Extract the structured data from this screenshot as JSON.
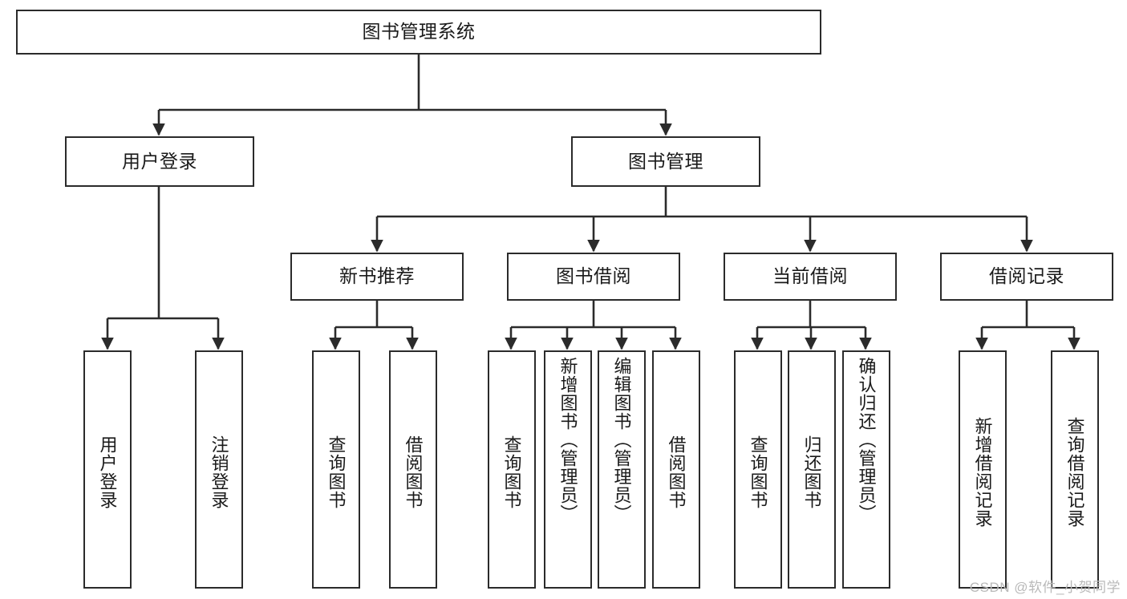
{
  "diagram": {
    "title": "图书管理系统",
    "type": "tree",
    "orientation": "top-down",
    "watermark": "CSDN @软件_小贺同学",
    "colors": {
      "stroke": "#2b2b2b",
      "fill": "#ffffff",
      "text": "#1a1a1a",
      "watermark": "#b9b9b9"
    },
    "nodes": {
      "root": {
        "label": "图书管理系统",
        "level": 1
      },
      "user_login": {
        "label": "用户登录",
        "level": 2
      },
      "book_manage": {
        "label": "图书管理",
        "level": 2
      },
      "new_book_rec": {
        "label": "新书推荐",
        "level": 3
      },
      "book_borrow": {
        "label": "图书借阅",
        "level": 3
      },
      "current_borrow": {
        "label": "当前借阅",
        "level": 3
      },
      "borrow_record": {
        "label": "借阅记录",
        "level": 3
      },
      "leaf_user_login": {
        "label": "用户登录",
        "level": 4
      },
      "leaf_logout": {
        "label": "注销登录",
        "level": 4
      },
      "leaf_query_book_1": {
        "label": "查询图书",
        "level": 4
      },
      "leaf_borrow_book_1": {
        "label": "借阅图书",
        "level": 4
      },
      "leaf_query_book_2": {
        "label": "查询图书",
        "level": 4
      },
      "leaf_add_book": {
        "label": "新增图书（管理员）",
        "level": 4
      },
      "leaf_edit_book": {
        "label": "编辑图书（管理员）",
        "level": 4
      },
      "leaf_borrow_book_2": {
        "label": "借阅图书",
        "level": 4
      },
      "leaf_query_book_3": {
        "label": "查询图书",
        "level": 4
      },
      "leaf_return_book": {
        "label": "归还图书",
        "level": 4
      },
      "leaf_confirm_return": {
        "label": "确认归还（管理员）",
        "level": 4
      },
      "leaf_add_record": {
        "label": "新增借阅记录",
        "level": 4
      },
      "leaf_query_record": {
        "label": "查询借阅记录",
        "level": 4
      }
    },
    "edges": [
      {
        "from": "root",
        "to": "user_login"
      },
      {
        "from": "root",
        "to": "book_manage"
      },
      {
        "from": "user_login",
        "to": "leaf_user_login"
      },
      {
        "from": "user_login",
        "to": "leaf_logout"
      },
      {
        "from": "book_manage",
        "to": "new_book_rec"
      },
      {
        "from": "book_manage",
        "to": "book_borrow"
      },
      {
        "from": "book_manage",
        "to": "current_borrow"
      },
      {
        "from": "book_manage",
        "to": "borrow_record"
      },
      {
        "from": "new_book_rec",
        "to": "leaf_query_book_1"
      },
      {
        "from": "new_book_rec",
        "to": "leaf_borrow_book_1"
      },
      {
        "from": "book_borrow",
        "to": "leaf_query_book_2"
      },
      {
        "from": "book_borrow",
        "to": "leaf_add_book"
      },
      {
        "from": "book_borrow",
        "to": "leaf_edit_book"
      },
      {
        "from": "book_borrow",
        "to": "leaf_borrow_book_2"
      },
      {
        "from": "current_borrow",
        "to": "leaf_query_book_3"
      },
      {
        "from": "current_borrow",
        "to": "leaf_return_book"
      },
      {
        "from": "current_borrow",
        "to": "leaf_confirm_return"
      },
      {
        "from": "borrow_record",
        "to": "leaf_add_record"
      },
      {
        "from": "borrow_record",
        "to": "leaf_query_record"
      }
    ]
  }
}
